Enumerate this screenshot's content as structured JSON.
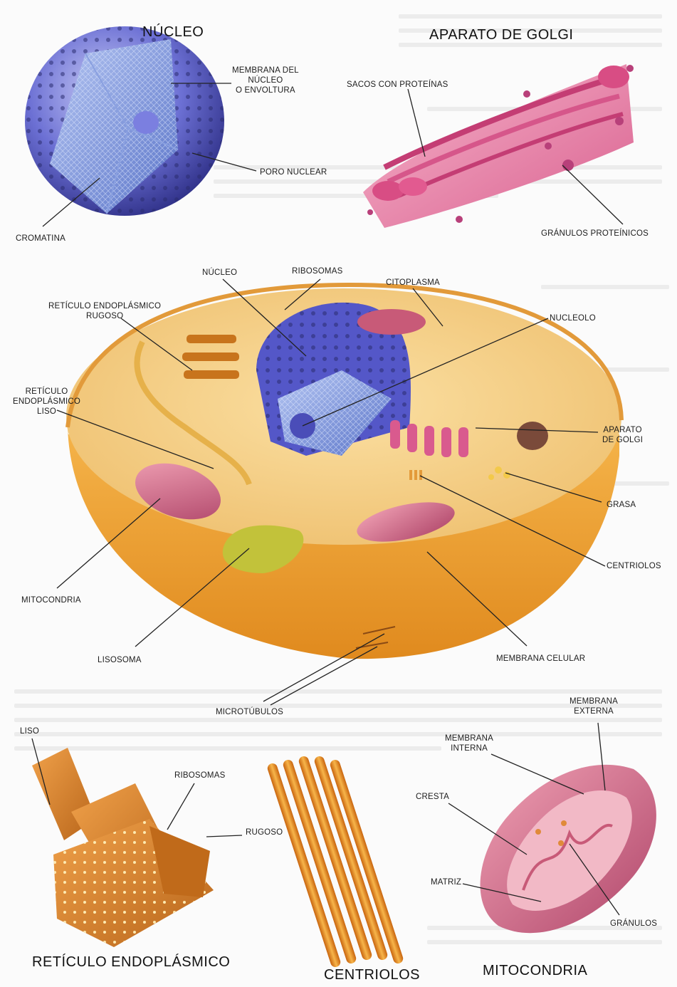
{
  "titles": {
    "nucleus": "NÚCLEO",
    "golgi": "APARATO DE GOLGI",
    "er": "RETÍCULO ENDOPLÁSMICO",
    "centrioles": "CENTRIOLOS",
    "mitochondria": "MITOCONDRIA"
  },
  "nucleus_labels": {
    "membrane": "MEMBRANA DEL\nNÚCLEO\nO ENVOLTURA",
    "pore": "PORO NUCLEAR",
    "chromatin": "CROMATINA"
  },
  "golgi_labels": {
    "sacs": "SACOS CON PROTEÍNAS",
    "granules": "GRÁNULOS PROTEÍNICOS"
  },
  "cell_labels": {
    "nucleus": "NÚCLEO",
    "ribosomes": "RIBOSOMAS",
    "cytoplasm": "CITOPLASMA",
    "rough_er": "RETÍCULO ENDOPLÁSMICO\nRUGOSO",
    "nucleolus": "NUCLEOLO",
    "smooth_er": "RETÍCULO\nENDOPLÁSMICO\nLISO",
    "golgi": "APARATO\nDE GOLGI",
    "fat": "GRASA",
    "centrioles": "CENTRIOLOS",
    "mitochondria": "MITOCONDRIA",
    "lysosome": "LISOSOMA",
    "cell_membrane": "MEMBRANA CELULAR",
    "microtubules": "MICROTÚBULOS"
  },
  "er_labels": {
    "smooth": "LISO",
    "ribosomes": "RIBOSOMAS",
    "rough": "RUGOSO"
  },
  "mito_labels": {
    "outer": "MEMBRANA\nEXTERNA",
    "inner": "MEMBRANA\nINTERNA",
    "crest": "CRESTA",
    "matrix": "MATRIZ",
    "granules": "GRÁNULOS"
  },
  "colors": {
    "nucleus": "#5a5fc8",
    "golgi": "#e06a9a",
    "cell": "#f0a030",
    "mitochondria": "#c85a78",
    "er": "#d98a2a"
  }
}
